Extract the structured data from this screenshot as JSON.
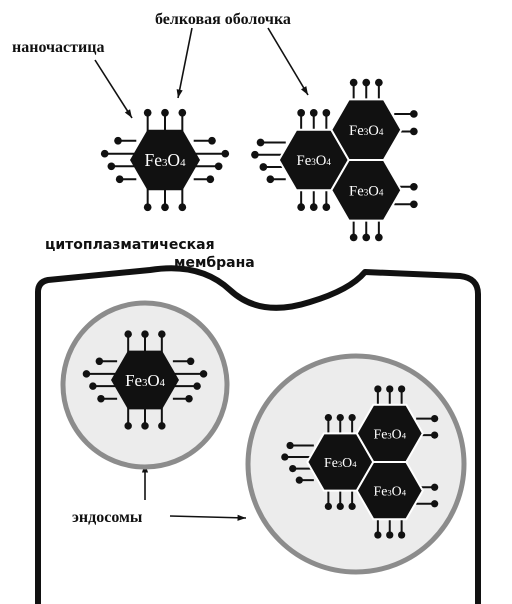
{
  "labels": {
    "nanoparticle": "наночастица",
    "protein_shell": "белковая оболочка",
    "membrane_line1": "цитоплазматическая",
    "membrane_line2": "мембрана",
    "endosomes": "эндосомы"
  },
  "formula": {
    "main": "Fe",
    "sub1": "3",
    "mid": "O",
    "sub2": "4"
  },
  "colors": {
    "ink": "#111111",
    "endosome_ring": "#8c8c8c",
    "endosome_fill": "#ececec",
    "background": "#ffffff"
  }
}
